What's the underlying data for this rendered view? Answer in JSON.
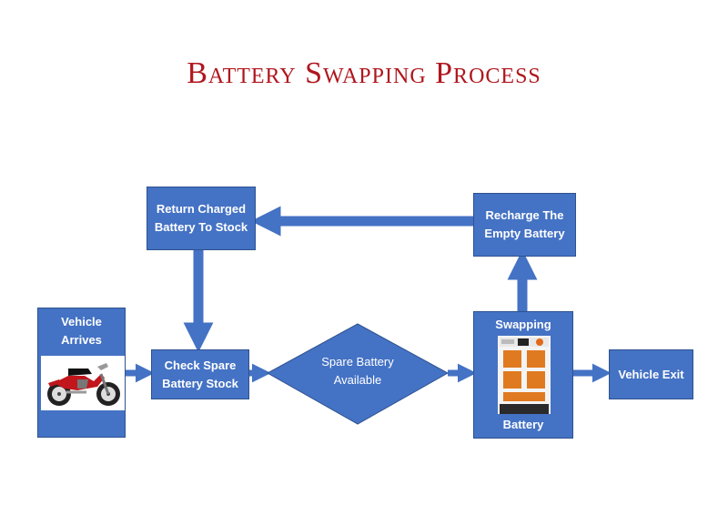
{
  "title": "Battery Swapping Process",
  "colors": {
    "box_fill": "#4472c4",
    "box_border": "#2f528f",
    "title": "#b0161e"
  },
  "nodes": {
    "vehicle_arrives": "Vehicle Arrives",
    "check_stock": "Check Spare Battery Stock",
    "spare_available": "Spare Battery Available",
    "swapping": "Swapping",
    "battery": "Battery",
    "vehicle_exit": "Vehicle Exit",
    "recharge": "Recharge The Empty Battery",
    "return_charged": "Return Charged Battery To Stock"
  },
  "icons": [
    "motorcycle-icon",
    "battery-swap-station-icon"
  ]
}
